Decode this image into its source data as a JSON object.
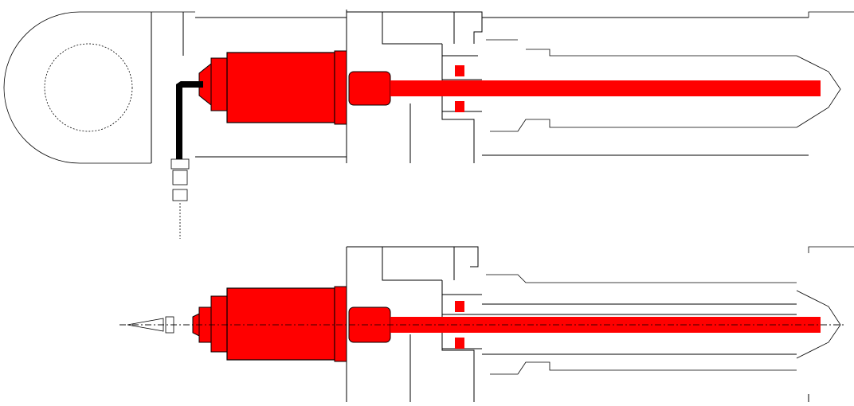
{
  "colors": {
    "sensor": "#ff0000",
    "outline": "#000000",
    "cable": "#000000",
    "background": "#ffffff"
  },
  "views": [
    {
      "id": "top",
      "connector": "angled",
      "cable": true
    },
    {
      "id": "bottom",
      "connector": "axial",
      "cable": false
    }
  ]
}
